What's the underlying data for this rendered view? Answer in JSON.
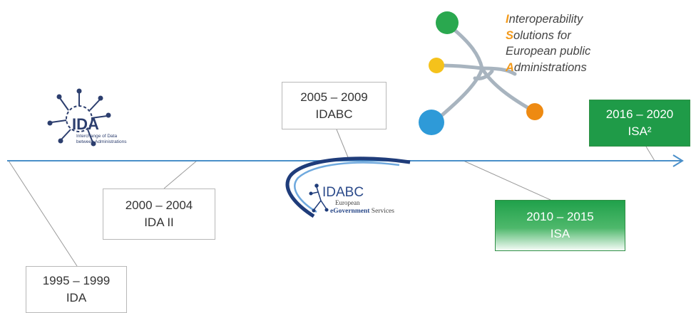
{
  "periods": {
    "p1995": {
      "years": "1995 – 1999",
      "name": "IDA"
    },
    "p2000": {
      "years": "2000 – 2004",
      "name": "IDA II"
    },
    "p2005": {
      "years": "2005 – 2009",
      "name": "IDABC"
    },
    "p2010": {
      "years": "2010 – 2015",
      "name": "ISA"
    },
    "p2016": {
      "years": "2016 – 2020",
      "name": "ISA²"
    }
  },
  "ida_logo": {
    "wordmark": "IDA",
    "tagline_line1": "Interchange of Data",
    "tagline_line2": "between Administrations",
    "color": "#2c3e6e"
  },
  "idabc_logo": {
    "wordmark": "IDABC",
    "sub_line1": "European",
    "sub_line2_bold": "eGovernment",
    "sub_line2_rest": " Services",
    "color": "#2b4a8a"
  },
  "isa_logo": {
    "lines": [
      {
        "initial": "I",
        "rest": "nteroperability"
      },
      {
        "initial": "S",
        "rest": "olutions for"
      },
      {
        "initial": "",
        "rest": "European public"
      },
      {
        "initial": "A",
        "rest": "dministrations"
      }
    ],
    "dot_colors": [
      "#2aa84f",
      "#f5c21b",
      "#2e9ad8",
      "#ee8a12"
    ],
    "branch_color": "#a8b4bf",
    "highlight_color": "#f39a1b"
  },
  "timeline": {
    "color": "#4a8fc9",
    "arrow": "right"
  },
  "colors": {
    "isa_green": "#1f9b48",
    "box_border": "#b8b8b8",
    "text": "#333333"
  }
}
